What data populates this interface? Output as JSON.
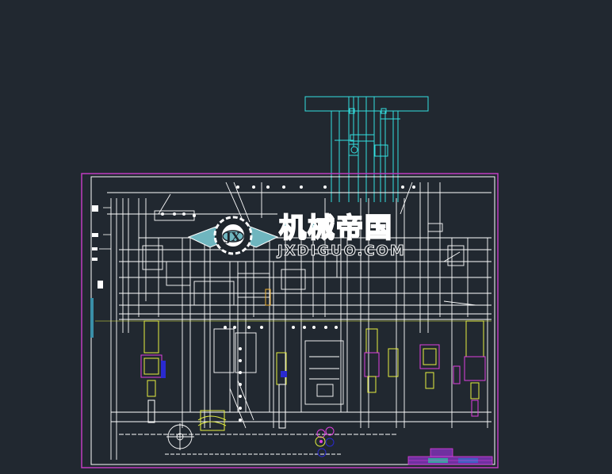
{
  "viewer": {
    "background_color": "#212830",
    "drawing_type": "mechanical assembly drawing"
  },
  "drawing": {
    "frame_color": "#c03cc0",
    "line_color": "#ffffff",
    "cyan_color": "#33e0e0",
    "yellow_color": "#e6f040",
    "magenta_color": "#e040e0",
    "blue_color": "#2a2ad0",
    "title_block": {
      "present": true,
      "position": "bottom-right"
    }
  },
  "watermark": {
    "logo_text": "JX",
    "title": "机械帝国",
    "url": "JXDIGUO.COM",
    "accent_color": "#6fb6bf"
  }
}
